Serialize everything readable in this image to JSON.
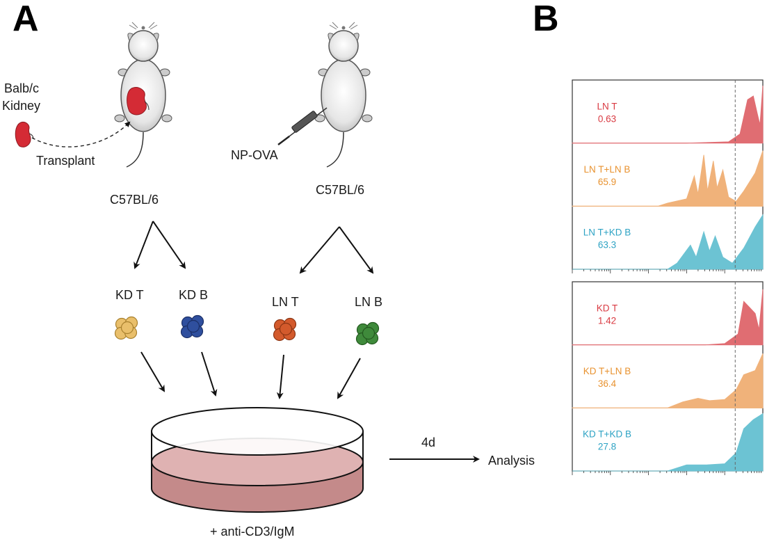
{
  "panel_a": {
    "letter": "A",
    "donor_label_line1": "Balb/c",
    "donor_label_line2": "Kidney",
    "transplant_label": "Transplant",
    "injection_label": "NP-OVA",
    "mouse_left_strain": "C57BL/6",
    "mouse_right_strain": "C57BL/6",
    "cell_groups": [
      {
        "label": "KD T",
        "color": "#e9bf6b",
        "stroke": "#a8802e"
      },
      {
        "label": "KD B",
        "color": "#2f4f9e",
        "stroke": "#1b2f66"
      },
      {
        "label": "LN T",
        "color": "#d35a2c",
        "stroke": "#8c3514"
      },
      {
        "label": "LN B",
        "color": "#3f8a3b",
        "stroke": "#23581f"
      }
    ],
    "dish_label": "+ anti-CD3/IgM",
    "time_label": "4d",
    "result_label": "Analysis",
    "colors": {
      "kidney": "#d42b35",
      "dish_fill": "#c48a8a",
      "dish_top": "#dfb2b2"
    }
  },
  "panel_b": {
    "letter": "B",
    "gate_line": "dashed",
    "groups": [
      {
        "tracks": [
          {
            "name": "LN T",
            "value": "0.63",
            "color": "#e06d72",
            "text_color": "#d93a42"
          },
          {
            "name": "LN T+LN B",
            "value": "65.9",
            "color": "#f0b27a",
            "text_color": "#e8922f"
          },
          {
            "name": "LN T+KD B",
            "value": "63.3",
            "color": "#6cc3d3",
            "text_color": "#2ea3c4"
          }
        ]
      },
      {
        "tracks": [
          {
            "name": "KD T",
            "value": "1.42",
            "color": "#e06d72",
            "text_color": "#d93a42"
          },
          {
            "name": "KD T+LN B",
            "value": "36.4",
            "color": "#f0b27a",
            "text_color": "#e8922f"
          },
          {
            "name": "KD T+KD B",
            "value": "27.8",
            "color": "#6cc3d3",
            "text_color": "#2ea3c4"
          }
        ]
      }
    ]
  }
}
